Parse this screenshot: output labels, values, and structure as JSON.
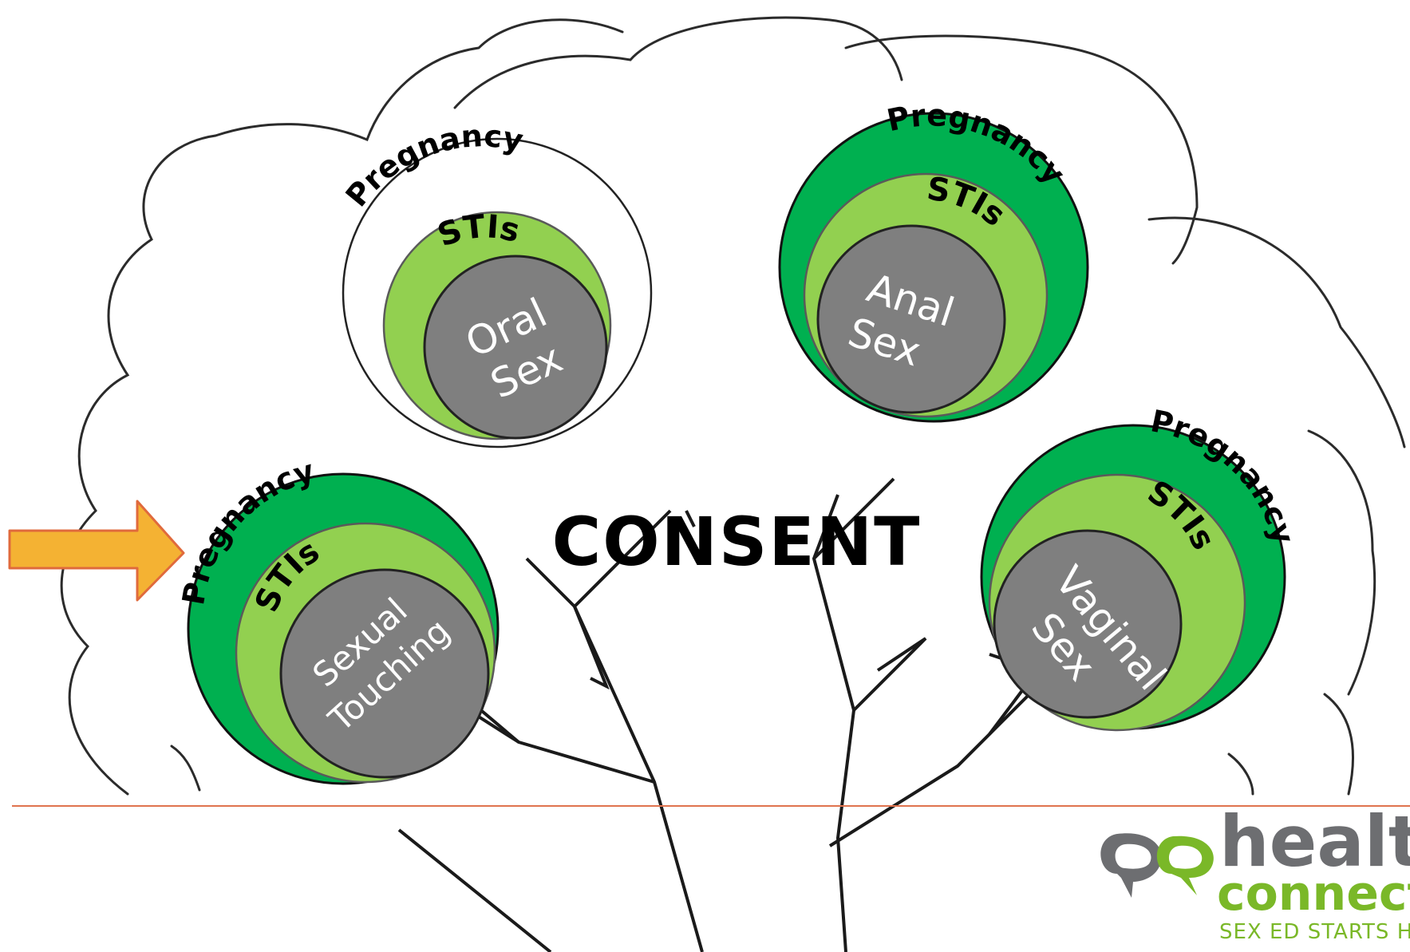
{
  "center_label": "CONSENT",
  "circles": [
    {
      "id": "oral",
      "outer_color": "#ffffff",
      "layers": [
        "Pregnancy",
        "STIs"
      ],
      "core": [
        "Oral",
        "Sex"
      ]
    },
    {
      "id": "anal",
      "outer_color": "#00b050",
      "layers": [
        "Pregnancy",
        "STIs"
      ],
      "core": [
        "Anal",
        "Sex"
      ]
    },
    {
      "id": "touching",
      "outer_color": "#00b050",
      "layers": [
        "Pregnancy",
        "STIs"
      ],
      "core": [
        "Sexual",
        "Touching"
      ]
    },
    {
      "id": "vaginal",
      "outer_color": "#00b050",
      "layers": [
        "Pregnancy",
        "STIs"
      ],
      "core": [
        "Vaginal",
        "Sex"
      ]
    }
  ],
  "logo": {
    "line1": "healt",
    "line2": "connect",
    "tagline": "SEX ED STARTS H"
  },
  "colors": {
    "dark_green": "#00b050",
    "light_green": "#92d050",
    "core_gray": "#7f7f7f",
    "arrow_fill": "#f4b233",
    "arrow_stroke": "#e06a3c",
    "divider": "#e0734e",
    "logo_gray": "#6d6e71",
    "logo_green": "#7ab828"
  },
  "icons": {
    "arrow": "right-arrow-icon",
    "logo_mark": "speech-bubbles-icon"
  }
}
